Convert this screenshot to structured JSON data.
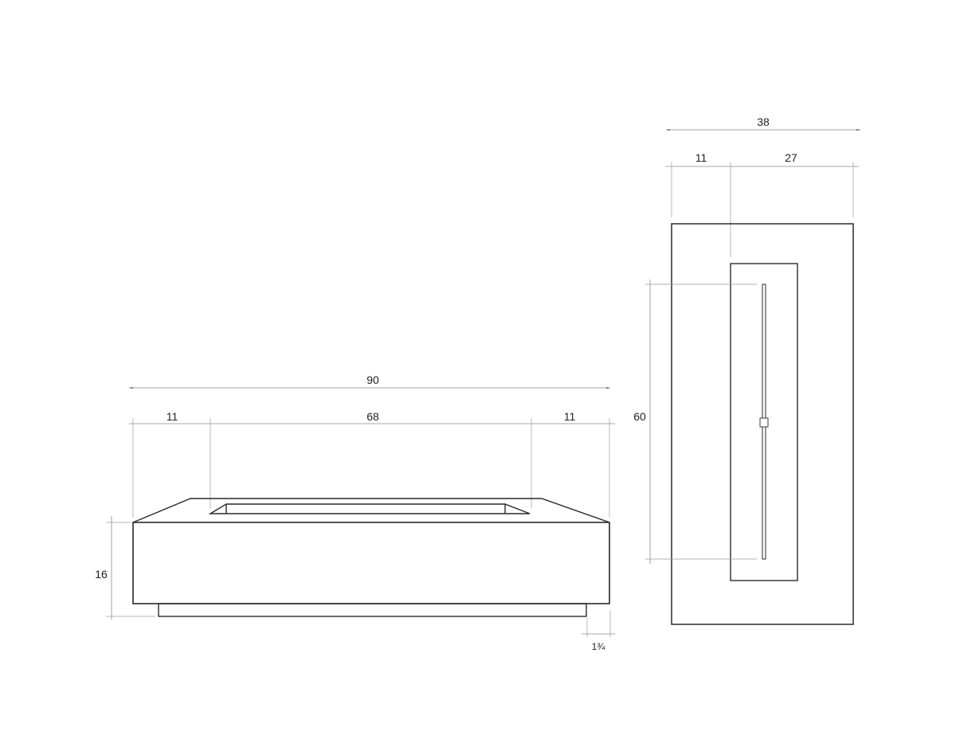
{
  "drawing": {
    "front_view": {
      "overall_width": "90",
      "left_ledge": "11",
      "opening_width": "68",
      "right_ledge": "11",
      "height": "16",
      "base_inset": "1¾"
    },
    "top_view": {
      "overall_depth": "38",
      "ledge_depth": "11",
      "opening_depth": "27",
      "burner_length": "60"
    }
  }
}
